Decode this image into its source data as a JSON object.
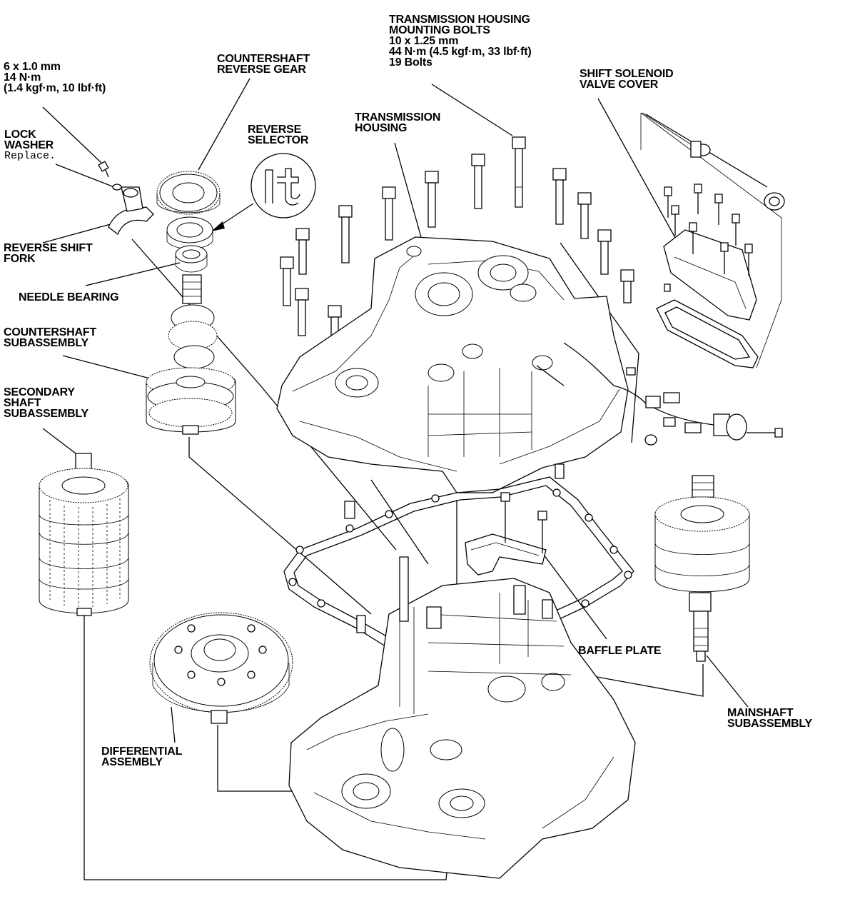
{
  "diagram": {
    "labels": {
      "bolt_6mm": [
        "6 x 1.0 mm",
        "14 N·m",
        "(1.4 kgf·m, 10 lbf·ft)"
      ],
      "countershaft_reverse_gear": [
        "COUNTERSHAFT",
        "REVERSE GEAR"
      ],
      "housing_bolts": [
        "TRANSMISSION HOUSING",
        "MOUNTING BOLTS",
        "10 x 1.25 mm",
        "44 N·m (4.5 kgf·m, 33 lbf·ft)",
        "19 Bolts"
      ],
      "shift_solenoid_cover": [
        "SHIFT SOLENOID",
        "VALVE COVER"
      ],
      "lock_washer": [
        "LOCK",
        "WASHER"
      ],
      "lock_washer_note": "Replace.",
      "reverse_selector": [
        "REVERSE",
        "SELECTOR"
      ],
      "transmission_housing": [
        "TRANSMISSION",
        "HOUSING"
      ],
      "reverse_shift_fork": [
        "REVERSE SHIFT",
        "FORK"
      ],
      "needle_bearing": [
        "NEEDLE BEARING"
      ],
      "countershaft_subassembly": [
        "COUNTERSHAFT",
        "SUBASSEMBLY"
      ],
      "secondary_shaft_subassembly": [
        "SECONDARY",
        "SHAFT",
        "SUBASSEMBLY"
      ],
      "baffle_plate": [
        "BAFFLE PLATE"
      ],
      "differential_assembly": [
        "DIFFERENTIAL",
        "ASSEMBLY"
      ],
      "mainshaft_subassembly": [
        "MAINSHAFT",
        "SUBASSEMBLY"
      ]
    }
  }
}
